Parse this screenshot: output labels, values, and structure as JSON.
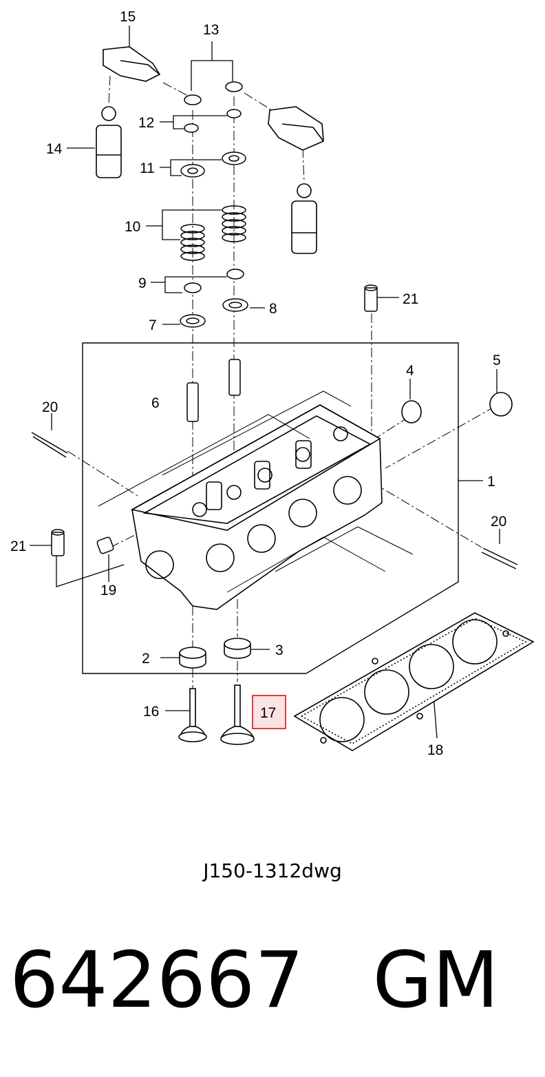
{
  "callouts": {
    "c1": "1",
    "c2": "2",
    "c3": "3",
    "c4": "4",
    "c5": "5",
    "c6": "6",
    "c7": "7",
    "c8": "8",
    "c9": "9",
    "c10": "10",
    "c11": "11",
    "c12": "12",
    "c13": "13",
    "c14": "14",
    "c15": "15",
    "c16": "16",
    "c17": "17",
    "c18": "18",
    "c19": "19",
    "c20a": "20",
    "c20b": "20",
    "c21a": "21",
    "c21b": "21"
  },
  "highlight_color": "#e0262d",
  "highlight_fill": "#fbe3e3",
  "caption": "J150-1312dwg",
  "part_number": "642667",
  "brand": "GM"
}
